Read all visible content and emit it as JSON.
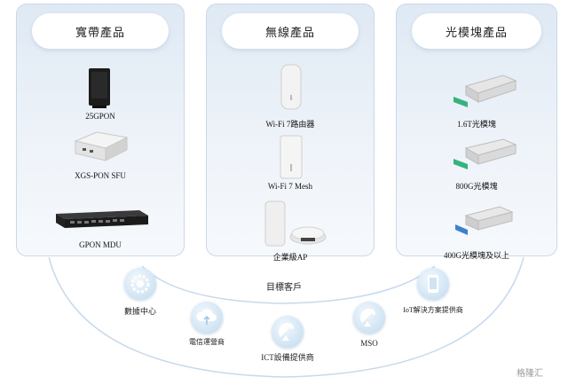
{
  "panels": [
    {
      "title": "寬帶產品",
      "items": [
        "25GPON",
        "XGS-PON SFU",
        "GPON MDU"
      ]
    },
    {
      "title": "無線產品",
      "items": [
        "Wi-Fi 7路由器",
        "Wi-Fi 7 Mesh",
        "企業級AP"
      ]
    },
    {
      "title": "光模塊產品",
      "items": [
        "1.6T光模塊",
        "800G光模塊",
        "400G光模塊及以上"
      ]
    }
  ],
  "target_label": "目標客戶",
  "customers": [
    {
      "label": "數據中心",
      "icon": "gear-icon"
    },
    {
      "label": "電信運營商",
      "icon": "cloud-upload-icon"
    },
    {
      "label": "ICT設備提供商",
      "icon": "satellite-dish-icon"
    },
    {
      "label": "MSO",
      "icon": "satellite-dish-icon"
    },
    {
      "label": "IoT解決方案提供商",
      "icon": "tablet-icon"
    }
  ],
  "watermark": "格隆汇",
  "colors": {
    "panel_border": "#c9d9ea",
    "arc": "#c7d9ec",
    "accent_green": "#35b37e",
    "accent_blue": "#3f7fd0"
  }
}
